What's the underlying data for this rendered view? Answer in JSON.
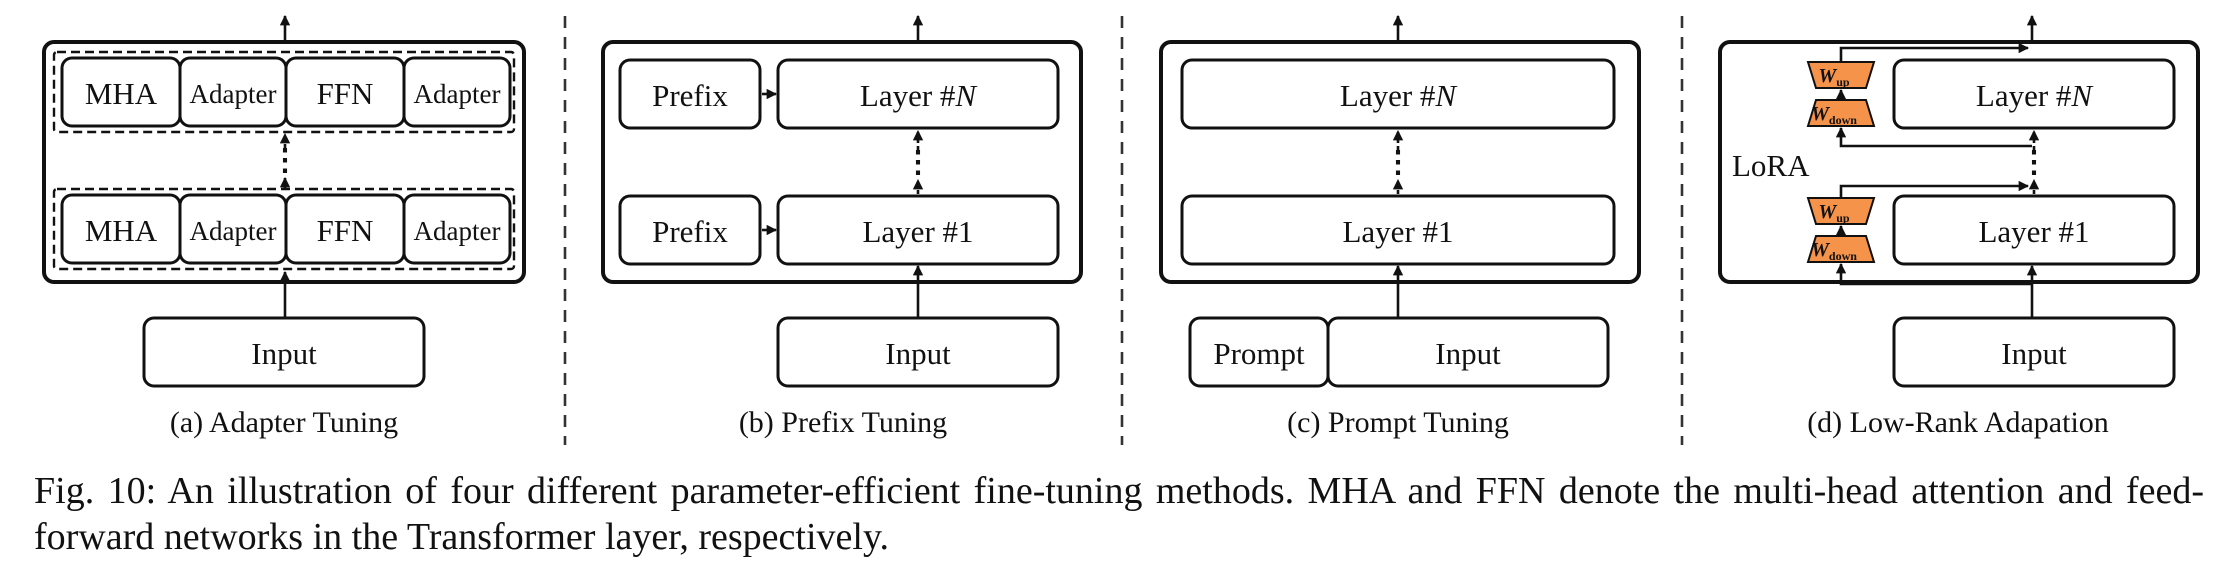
{
  "labels": {
    "mha": "MHA",
    "adapter": "Adapter",
    "ffn": "FFN",
    "input": "Input",
    "prefix": "Prefix",
    "prompt": "Prompt",
    "layer_n": "Layer #",
    "layer_n_var": "N",
    "layer_1": "Layer #1",
    "lora": "LoRA",
    "w": "W",
    "w_up_sub": "up",
    "w_down_sub": "down",
    "ellipsis": "⋮"
  },
  "captions": {
    "a": "(a) Adapter Tuning",
    "b": "(b) Prefix Tuning",
    "c": "(c) Prompt Tuning",
    "d": "(d) Low-Rank Adapation"
  },
  "figure_caption": "Fig. 10: An illustration of four different parameter-efficient fine-tuning methods. MHA and FFN denote the multi-head attention and feed-forward networks in the Transformer layer, respectively.",
  "colors": {
    "adapter": "#e4efd5",
    "prefix": "#f8b4b8",
    "prompt": "#fde4a0",
    "lora": "#f5934b"
  }
}
